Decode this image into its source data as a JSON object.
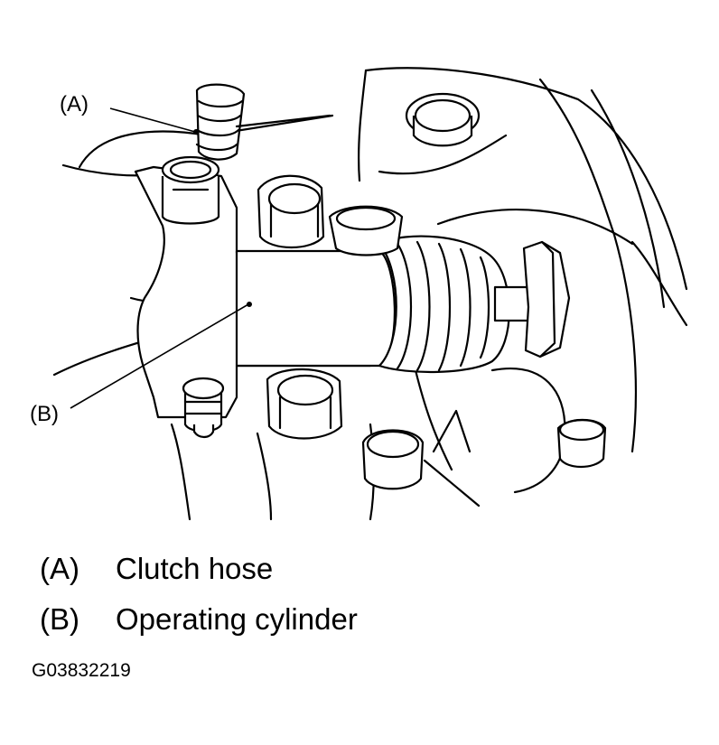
{
  "callouts": {
    "a": "(A)",
    "b": "(B)"
  },
  "legend": [
    {
      "key": "(A)",
      "label": "Clutch hose"
    },
    {
      "key": "(B)",
      "label": "Operating cylinder"
    }
  ],
  "figure_id": "G03832219"
}
